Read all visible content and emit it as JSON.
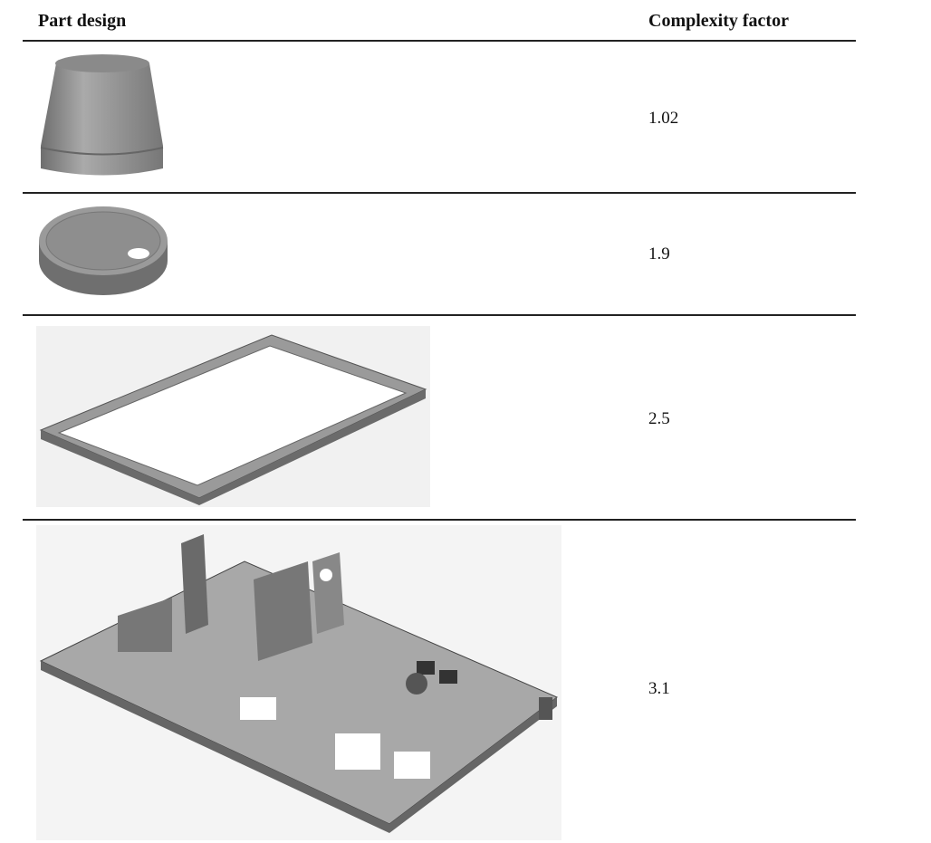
{
  "table": {
    "headers": {
      "part_design": "Part design",
      "complexity_factor": "Complexity factor"
    },
    "rows": [
      {
        "part": "tapered-cylinder-cap",
        "complexity_factor": "1.02"
      },
      {
        "part": "round-disk-lid",
        "complexity_factor": "1.9"
      },
      {
        "part": "rectangular-frame",
        "complexity_factor": "2.5"
      },
      {
        "part": "complex-chassis-plate",
        "complexity_factor": "3.1"
      }
    ]
  }
}
